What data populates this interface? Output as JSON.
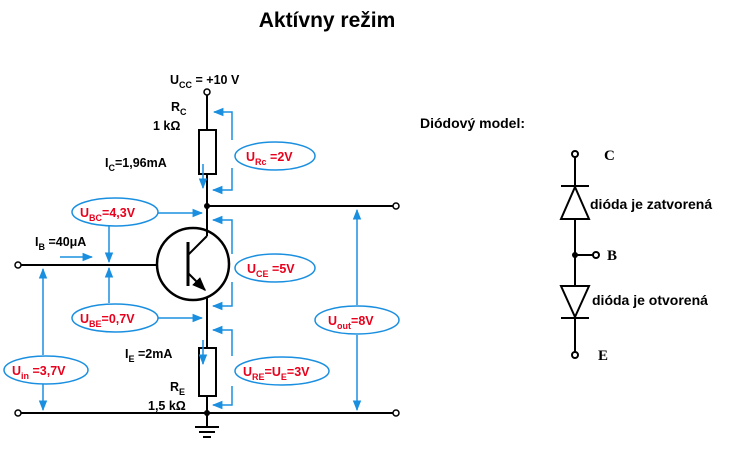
{
  "title": "Aktívny režim",
  "circuit": {
    "ucc": {
      "main": "U",
      "sub": "CC",
      "rest": " = +10 V"
    },
    "rc": {
      "main": "R",
      "sub": "C",
      "value": "1 kΩ"
    },
    "re": {
      "main": "R",
      "sub": "E",
      "value": "1,5 kΩ"
    },
    "ic": {
      "main": "I",
      "sub": "C",
      "rest": "=1,96mA"
    },
    "ie": {
      "main": "I",
      "sub": "E",
      "rest": " =2mA"
    },
    "ib": {
      "main": "I",
      "sub": "B",
      "rest": " =40μA"
    }
  },
  "voltages": {
    "urc": {
      "main": "U",
      "sub": "Rc",
      "rest": " =2V"
    },
    "ubc": {
      "main": "U",
      "sub": "BC",
      "rest": "=4,3V"
    },
    "uce": {
      "main": "U",
      "sub": "CE",
      "rest": " =5V"
    },
    "ube": {
      "main": "U",
      "sub": "BE",
      "rest": "=0,7V"
    },
    "uout": {
      "main": "U",
      "sub": "out",
      "rest": "=8V"
    },
    "uin": {
      "main": "U",
      "sub": "in",
      "rest": " =3,7V"
    },
    "ure": {
      "main": "U",
      "sub": "RE",
      "mid": "=U",
      "sub2": "E",
      "rest": "=3V"
    }
  },
  "model": {
    "title": "Diódový model:",
    "node_c": "C",
    "node_b": "B",
    "node_e": "E",
    "diode_top": "dióda je zatvorená",
    "diode_bottom": "dióda je otvorená"
  },
  "colors": {
    "wire": "#000000",
    "arrow": "#1a8fe0",
    "label": "#e8001c",
    "ellipse": "#1a8fe0"
  }
}
